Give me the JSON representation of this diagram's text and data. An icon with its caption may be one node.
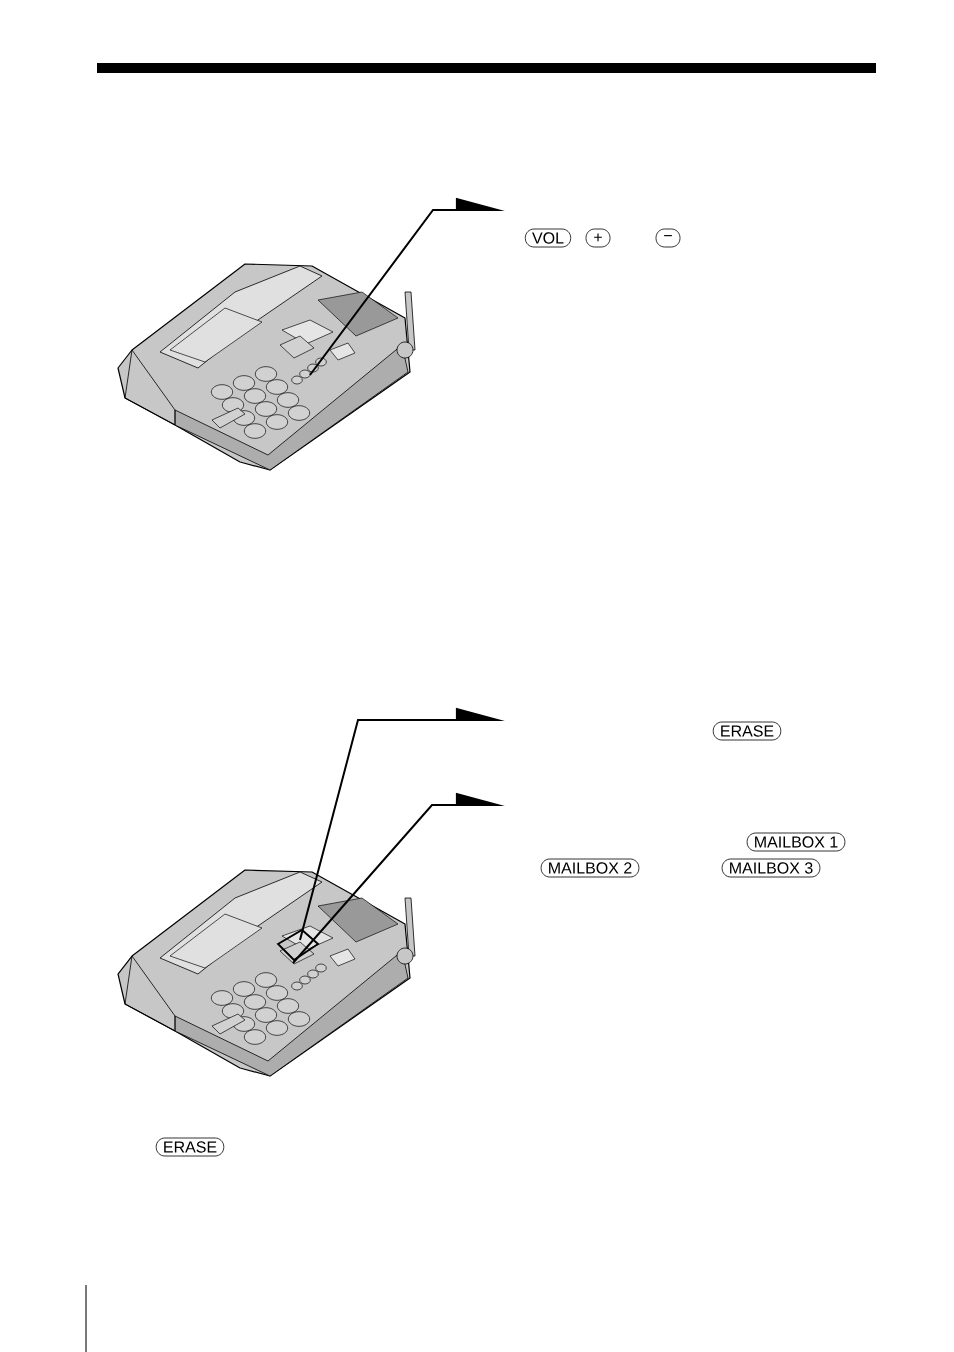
{
  "diagram": {
    "nodes": [
      {
        "text": [],
        "shape": "picture"
      },
      {
        "text": [],
        "shape": "picture"
      }
    ],
    "edges": [
      {
        "from": 0,
        "to": null,
        "arrow": "to"
      },
      {
        "from": 1,
        "to": null,
        "arrow": "to"
      },
      {
        "from": 1,
        "to": null,
        "arrow": "to"
      }
    ],
    "labels": [
      "VOL",
      "+",
      "−",
      "ERASE",
      "MAILBOX 1",
      "MAILBOX 2",
      "MAILBOX 3",
      "ERASE"
    ]
  }
}
